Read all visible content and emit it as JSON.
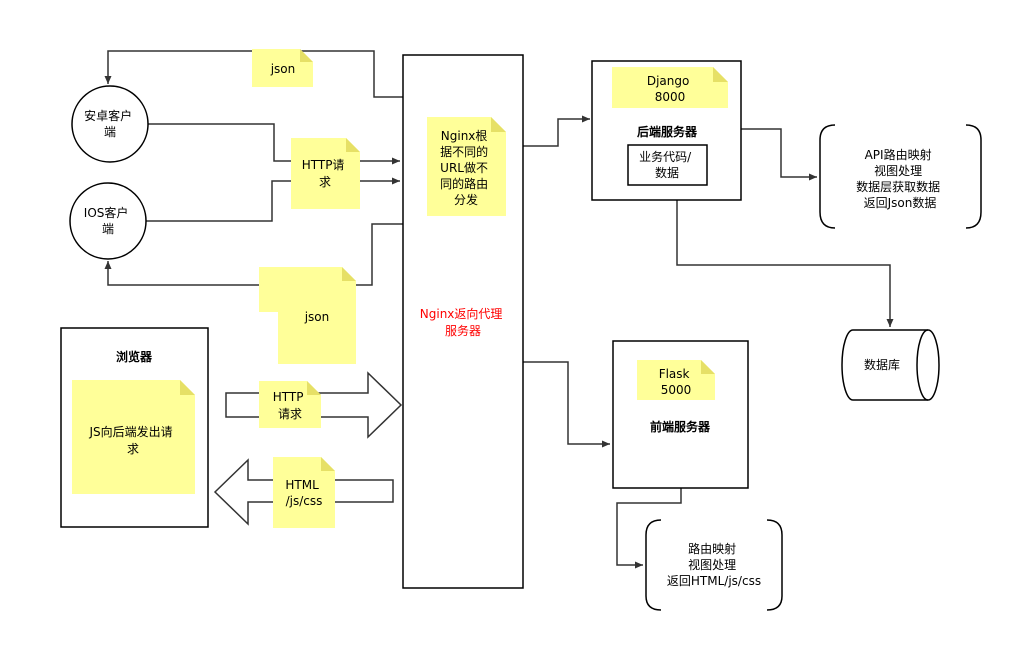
{
  "colors": {
    "line": "#333333",
    "note_fill": "#ffff99",
    "note_fold": "#e6e066",
    "accent_text": "#ff0000",
    "text": "#000000"
  },
  "nodes": {
    "android_client": [
      "安卓客户",
      "端"
    ],
    "ios_client": [
      "IOS客户",
      "端"
    ],
    "browser_title": "浏览器",
    "browser_note": [
      "JS向后端发出请",
      "求"
    ],
    "nginx_server": [
      "Nginx返向代理",
      "服务器"
    ],
    "nginx_note": [
      "Nginx根",
      "据不同的",
      "URL做不",
      "同的路由",
      "分发"
    ],
    "django_note": [
      "Django",
      "8000"
    ],
    "backend_title": "后端服务器",
    "backend_inner": [
      "业务代码/",
      "数据"
    ],
    "flask_note": [
      "Flask",
      "5000"
    ],
    "frontend_title": "前端服务器",
    "database": "数据库",
    "backend_brace": [
      "API路由映射",
      "视图处理",
      "数据层获取数据",
      "返回Json数据"
    ],
    "frontend_brace": [
      "路由映射",
      "视图处理",
      "返回HTML/js/css"
    ]
  },
  "labels": {
    "json_top": "json",
    "http_request": [
      "HTTP请",
      "求"
    ],
    "json_bottom": "json",
    "http_browser": [
      "HTTP",
      "请求"
    ],
    "html_response": [
      "HTML",
      "/js/css"
    ]
  }
}
